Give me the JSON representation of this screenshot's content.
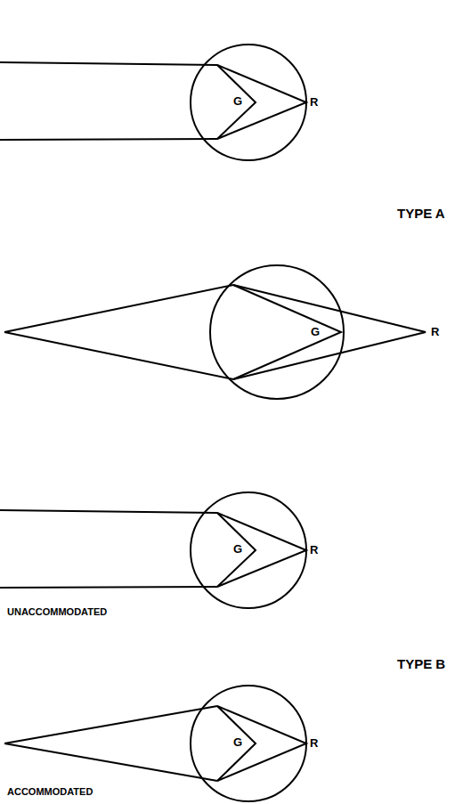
{
  "diagram": {
    "labels": [
      "G",
      "R",
      "TYPE A",
      "G",
      "R",
      "G",
      "R",
      "UNACCOMMODATED",
      "TYPE B",
      "G",
      "R",
      "ACCOMMODATED"
    ]
  }
}
